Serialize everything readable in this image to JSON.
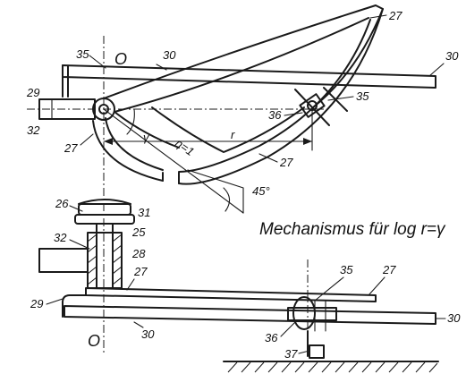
{
  "caption": "Mechanismus für log r=γ",
  "top_view": {
    "origin": "O",
    "angle_symbol": "γ",
    "radius_symbol": "r",
    "eta_label": "η=1",
    "angle_label": "45°",
    "part_labels": {
      "p27_tip": "27",
      "p35_left": "35",
      "p30_upper": "30",
      "p30_right": "30",
      "p29": "29",
      "p32": "32",
      "p35_right": "35",
      "p36": "36",
      "p27_left": "27",
      "p27_mid": "27"
    }
  },
  "side_view": {
    "origin": "O",
    "part_labels": {
      "p26": "26",
      "p31": "31",
      "p32": "32",
      "p25": "25",
      "p28": "28",
      "p27_left": "27",
      "p27_right": "27",
      "p29": "29",
      "p35": "35",
      "p30_right": "30",
      "p30_bottom": "30",
      "p36": "36",
      "p37": "37"
    }
  }
}
